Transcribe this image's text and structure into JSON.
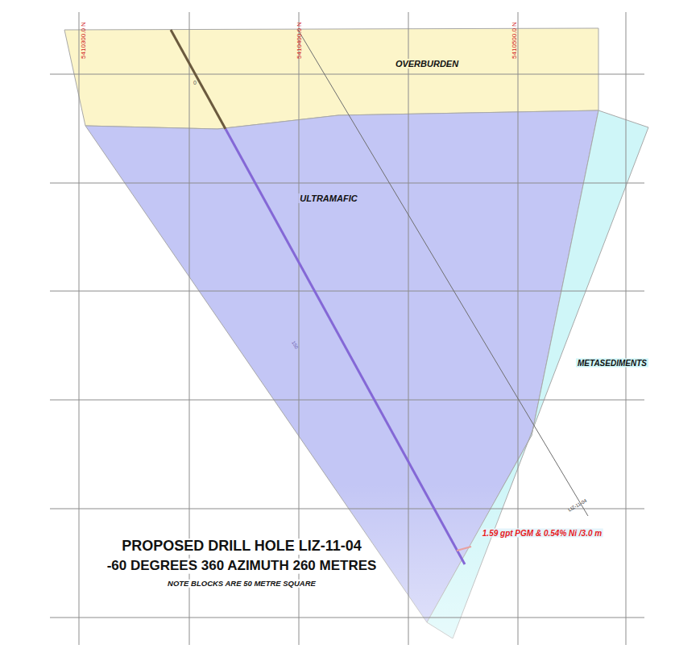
{
  "diagram": {
    "title": "PROPOSED DRILL HOLE LIZ-11-04",
    "nodes": [
      {
        "text": [
          "OVERBURDEN"
        ]
      },
      {
        "text": [
          "ULTRAMAFIC"
        ]
      },
      {
        "text": [
          "METASEDIMENTS"
        ]
      }
    ],
    "labels": [
      "5410300.0 N",
      "5410400.0 N",
      "5410500.0 N",
      "0",
      "150",
      "LIZ-11-04",
      "1.59 gpt PGM & 0.54% Ni /3.0 m",
      "-60 DEGREES 360 AZIMUTH 260 METRES",
      "NOTE BLOCKS ARE 50 METRE SQUARE"
    ]
  }
}
